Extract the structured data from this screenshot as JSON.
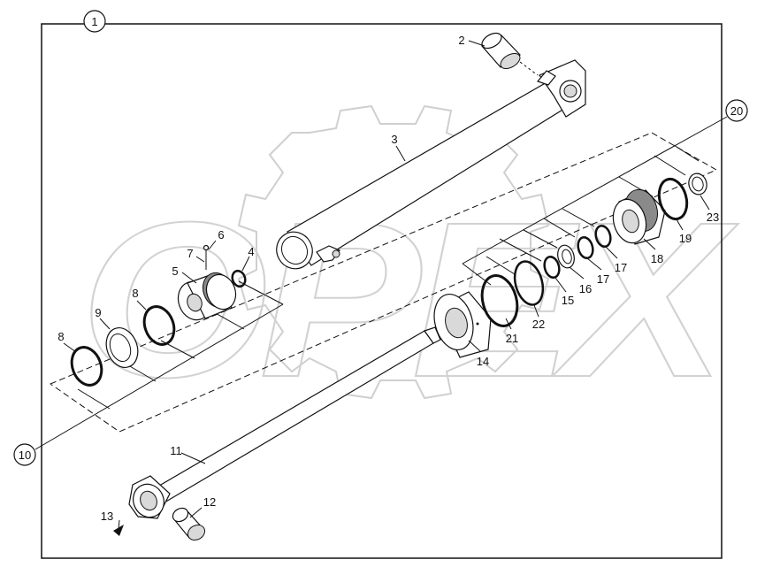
{
  "diagram": {
    "callouts": {
      "c1": "1",
      "c2": "2",
      "c3": "3",
      "c4": "4",
      "c5": "5",
      "c6": "6",
      "c7": "7",
      "c8a": "8",
      "c8b": "8",
      "c9": "9",
      "c10": "10",
      "c11": "11",
      "c12": "12",
      "c13": "13",
      "c14": "14",
      "c15": "15",
      "c16": "16",
      "c17a": "17",
      "c17b": "17",
      "c18": "18",
      "c19": "19",
      "c20": "20",
      "c21": "21",
      "c22": "22",
      "c23": "23"
    },
    "watermark": "OPEX"
  }
}
